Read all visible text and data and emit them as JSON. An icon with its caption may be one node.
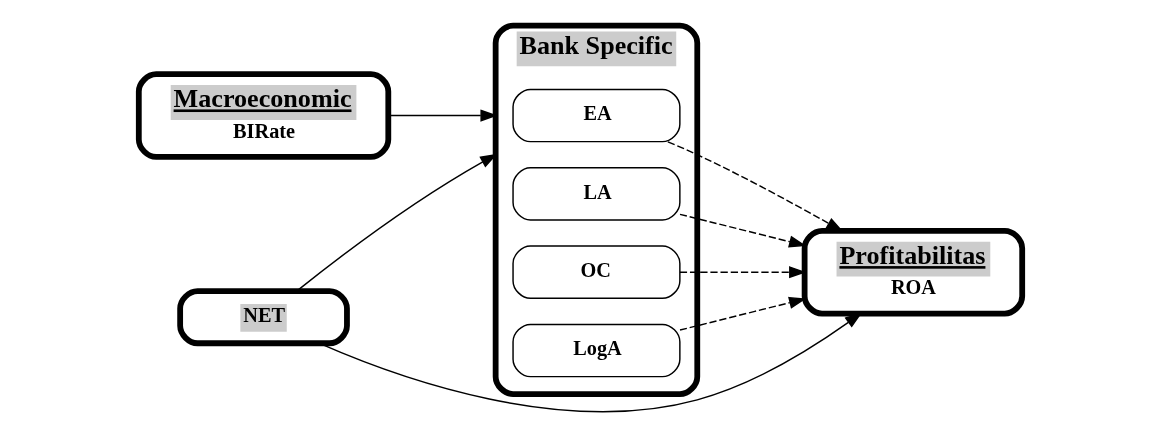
{
  "diagram": {
    "nodes": [
      {
        "text": [
          "Macroeconomic",
          "BIRate"
        ]
      },
      {
        "text": [
          "Bank Specific"
        ]
      },
      {
        "text": [
          "EA"
        ],
        "in": 1
      },
      {
        "text": [
          "LA"
        ],
        "in": 1
      },
      {
        "text": [
          "OC"
        ],
        "in": 1
      },
      {
        "text": [
          "LogA"
        ],
        "in": 1
      },
      {
        "text": [
          "Profitabilitas",
          "ROA"
        ]
      },
      {
        "text": [
          "NET"
        ]
      }
    ],
    "edges": [
      {
        "from": 0,
        "to": 1,
        "arrow": "to"
      },
      {
        "from": 2,
        "to": 6,
        "arrow": "to",
        "style": "dashed"
      },
      {
        "from": 3,
        "to": 6,
        "arrow": "to",
        "style": "dashed"
      },
      {
        "from": 4,
        "to": 6,
        "arrow": "to",
        "style": "dashed"
      },
      {
        "from": 5,
        "to": 6,
        "arrow": "to",
        "style": "dashed"
      },
      {
        "from": 7,
        "to": 1,
        "arrow": "to"
      },
      {
        "from": 7,
        "to": 6,
        "arrow": "to"
      }
    ]
  }
}
